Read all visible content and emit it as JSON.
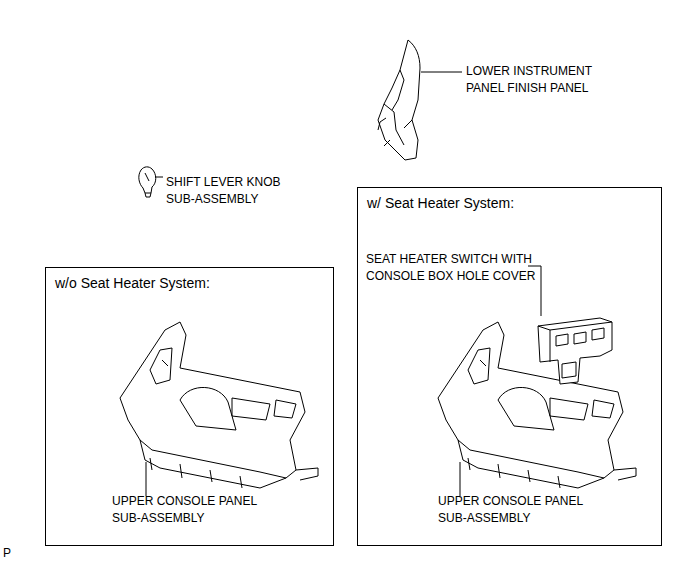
{
  "diagram": {
    "nodes": [
      {
        "text": [
          "w/o Seat Heater System:",
          "UPPER CONSOLE PANEL SUB-ASSEMBLY"
        ]
      },
      {
        "text": [
          "w/ Seat Heater System:",
          "SEAT HEATER SWITCH WITH CONSOLE BOX HOLE COVER",
          "UPPER CONSOLE PANEL SUB-ASSEMBLY"
        ]
      }
    ],
    "edges": [],
    "labels": [
      "LOWER INSTRUMENT PANEL FINISH PANEL",
      "SHIFT LEVER KNOB SUB-ASSEMBLY",
      "P"
    ]
  }
}
